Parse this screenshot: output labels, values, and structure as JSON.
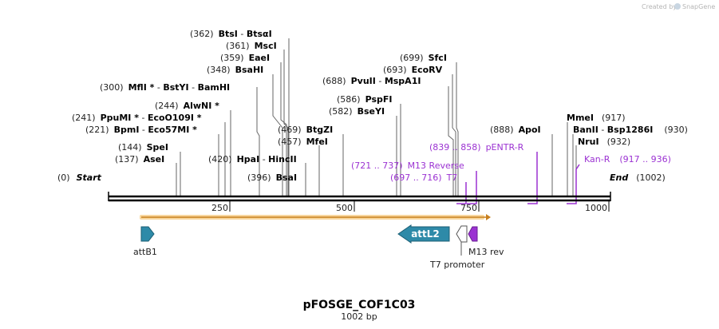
{
  "watermark": {
    "prefix": "Created by",
    "brand": "SnapGene"
  },
  "map": {
    "title": "pFOSGE_COF1C03",
    "length_label": "1002 bp",
    "total_bp": 1002,
    "start_label": "Start",
    "start_pos": "(0)",
    "end_label": "End",
    "end_pos": "(1002)"
  },
  "ruler": [
    {
      "bp": 250,
      "label": "250"
    },
    {
      "bp": 500,
      "label": "500"
    },
    {
      "bp": 750,
      "label": "750"
    },
    {
      "bp": 1000,
      "label": "1000"
    }
  ],
  "enzymes": [
    {
      "pos": "(362)",
      "names": [
        "BtsI",
        "BtsαI"
      ],
      "site": 362
    },
    {
      "pos": "(361)",
      "names": [
        "MscI"
      ],
      "site": 361
    },
    {
      "pos": "(359)",
      "names": [
        "EaeI"
      ],
      "site": 359
    },
    {
      "pos": "(348)",
      "names": [
        "BsaHI"
      ],
      "site": 348
    },
    {
      "pos": "(300)",
      "names": [
        "MflI *",
        "BstYI",
        "BamHI"
      ],
      "site": 300
    },
    {
      "pos": "(244)",
      "names": [
        "AlwNI *"
      ],
      "site": 244
    },
    {
      "pos": "(241)",
      "names": [
        "PpuMI *",
        "EcoO109I *"
      ],
      "site": 241
    },
    {
      "pos": "(221)",
      "names": [
        "BpmI",
        "Eco57MI *"
      ],
      "site": 221
    },
    {
      "pos": "(144)",
      "names": [
        "SpeI"
      ],
      "site": 144
    },
    {
      "pos": "(137)",
      "names": [
        "AseI"
      ],
      "site": 137
    },
    {
      "pos": "(420)",
      "names": [
        "HpaI",
        "HincII"
      ],
      "site": 420
    },
    {
      "pos": "(396)",
      "names": [
        "BsaI"
      ],
      "site": 396
    },
    {
      "pos": "(469)",
      "names": [
        "BtgZI"
      ],
      "site": 469
    },
    {
      "pos": "(457)",
      "names": [
        "MfeI"
      ],
      "site": 457
    },
    {
      "pos": "(699)",
      "names": [
        "SfcI"
      ],
      "site": 699
    },
    {
      "pos": "(693)",
      "names": [
        "EcoRV"
      ],
      "site": 693
    },
    {
      "pos": "(688)",
      "names": [
        "PvuII",
        "MspA1I"
      ],
      "site": 688
    },
    {
      "pos": "(586)",
      "names": [
        "PspFI"
      ],
      "site": 586
    },
    {
      "pos": "(582)",
      "names": [
        "BseYI"
      ],
      "site": 582
    },
    {
      "pos": "(888)",
      "names": [
        "ApoI"
      ],
      "site": 888
    },
    {
      "pos": "(917)",
      "names": [
        "MmeI"
      ],
      "site": 917,
      "pos_after": true
    },
    {
      "pos": "(930)",
      "names": [
        "BanII",
        "Bsp1286I"
      ],
      "site": 930,
      "pos_after": true
    },
    {
      "pos": "(932)",
      "names": [
        "NruI"
      ],
      "site": 932,
      "pos_after": true
    }
  ],
  "primers": [
    {
      "range": "(839 .. 858)",
      "name": "pENTR-R",
      "start": 839,
      "end": 858
    },
    {
      "range": "(721 .. 737)",
      "name": "M13 Reverse",
      "start": 721,
      "end": 737
    },
    {
      "range": "(697 .. 716)",
      "name": "T7",
      "start": 697,
      "end": 716
    },
    {
      "range": "(917 .. 936)",
      "name": "Kan-R",
      "start": 917,
      "end": 936
    }
  ],
  "features": [
    {
      "name": "attB1",
      "color": "#2e8aa8"
    },
    {
      "name": "attL2",
      "color": "#2e8aa8"
    },
    {
      "name": "T7 promoter",
      "color": "#ffffff"
    },
    {
      "name": "M13 rev",
      "color": "#9b32d2"
    }
  ],
  "colors": {
    "primer": "#9b32d2",
    "feature_blue": "#2e8aa8",
    "orf_band": "#f3b650",
    "backbone": "#000000"
  }
}
